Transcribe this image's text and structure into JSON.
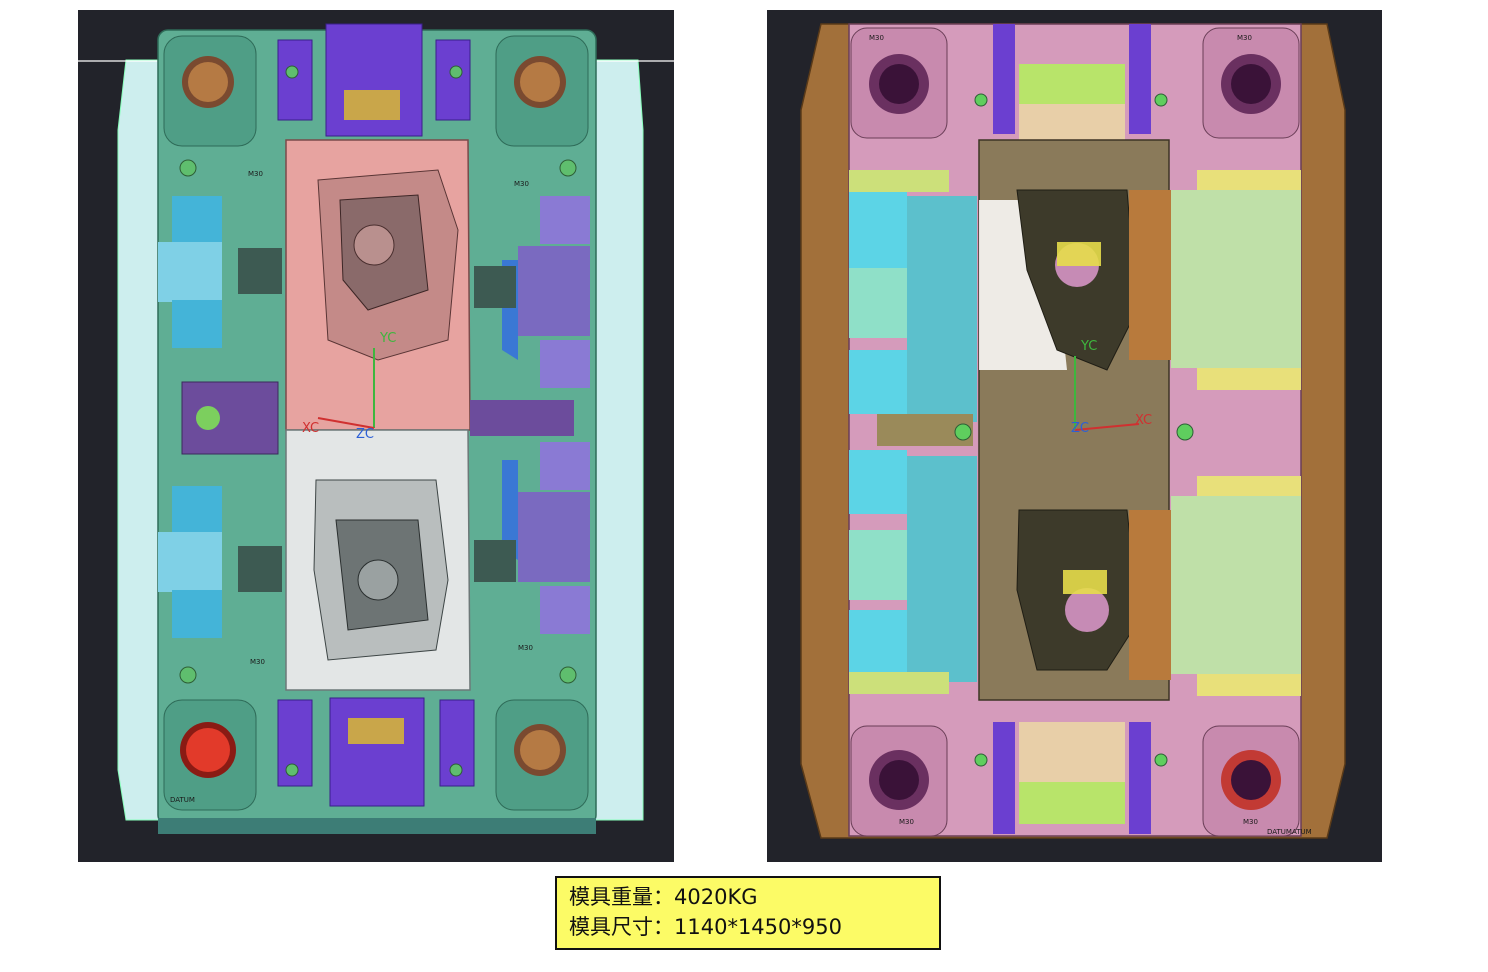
{
  "left_view": {
    "labels": {
      "m30_top_left": "M30",
      "m30_top_right": "M30",
      "m30_bottom_left": "M30",
      "m30_bottom_right": "M30",
      "datum": "DATUM",
      "axis_yc": "YC",
      "axis_zc": "ZC",
      "axis_xc": "XC"
    }
  },
  "right_view": {
    "labels": {
      "m30_top_left": "M30",
      "m30_top_right": "M30",
      "m30_bottom_left": "M30",
      "m30_bottom_right": "M30",
      "datum": "DATUMATUM",
      "axis_yc": "YC",
      "axis_zc": "ZC",
      "axis_xc": "XC"
    }
  },
  "spec": {
    "weight": "模具重量：4020KG",
    "size": "模具尺寸：1140*1450*950"
  },
  "colors": {
    "viewport_bg": "#22232a",
    "left_plate": "#5fae94",
    "left_frame": "#cdeeee",
    "right_plate": "#d59bbb",
    "right_frame": "#a2703a",
    "spec_bg": "#fcfb66"
  }
}
